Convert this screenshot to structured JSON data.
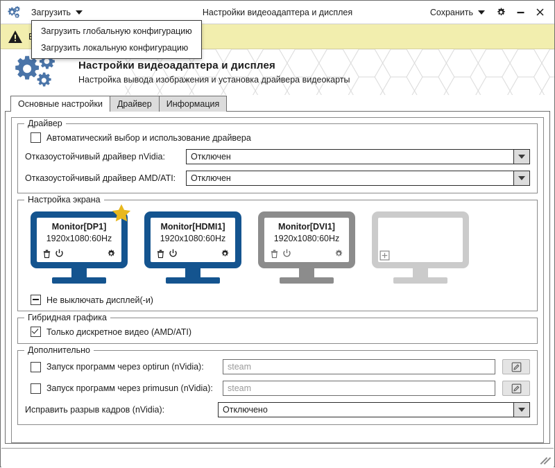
{
  "titlebar": {
    "app_icon": "gears-icon",
    "load_menu_label": "Загрузить",
    "window_title": "Настройки видеоадаптера и дисплея",
    "save_menu_label": "Сохранить",
    "settings_icon": "gear-icon",
    "minimize_icon": "minimize-icon",
    "close_icon": "close-icon"
  },
  "dropdown": {
    "items": [
      {
        "label": "Загрузить глобальную конфигурацию"
      },
      {
        "label": "Загрузить локальную конфигурацию"
      }
    ]
  },
  "warning": {
    "icon": "warning-triangle-icon",
    "text": "В",
    "bg": "#f2eeae"
  },
  "banner": {
    "icon": "gears-icon",
    "title": "Настройки видеоадаптера и дисплея",
    "subtitle": "Настройка вывода изображения и установка драйвера видеокарты"
  },
  "tabs": [
    {
      "label": "Основные настройки",
      "active": true
    },
    {
      "label": "Драйвер",
      "active": false
    },
    {
      "label": "Информация",
      "active": false
    }
  ],
  "driver_group": {
    "legend": "Драйвер",
    "auto_checkbox": {
      "label": "Автоматический выбор и использование драйвера",
      "state": "unchecked"
    },
    "nvidia": {
      "label": "Отказоустойчивый драйвер nVidia:",
      "value": "Отключен"
    },
    "amd": {
      "label": "Отказоустойчивый драйвер AMD/ATI:",
      "value": "Отключен"
    }
  },
  "screen_group": {
    "legend": "Настройка экрана",
    "monitors": [
      {
        "name": "Monitor[DP1]",
        "mode": "1920x1080:60Hz",
        "style": "blue",
        "primary": true,
        "star_icon": "star-icon",
        "icons": [
          "trash-icon",
          "power-icon",
          "gear-icon"
        ]
      },
      {
        "name": "Monitor[HDMI1]",
        "mode": "1920x1080:60Hz",
        "style": "blue",
        "primary": false,
        "icons": [
          "trash-icon",
          "power-icon",
          "gear-icon"
        ]
      },
      {
        "name": "Monitor[DVI1]",
        "mode": "1920x1080:60Hz",
        "style": "gray",
        "primary": false,
        "icons": [
          "trash-icon",
          "power-icon",
          "gear-icon"
        ]
      },
      {
        "name": "",
        "mode": "",
        "style": "empty",
        "primary": false,
        "icons": [
          "plus-box-icon"
        ]
      }
    ],
    "keep_on_checkbox": {
      "label": "Не выключать дисплей(-и)",
      "state": "partial"
    }
  },
  "hybrid_group": {
    "legend": "Гибридная графика",
    "discrete_checkbox": {
      "label": "Только дискретное видео (AMD/ATI)",
      "state": "checked"
    }
  },
  "extra_group": {
    "legend": "Дополнительно",
    "optirun": {
      "label": "Запуск программ через optirun (nVidia):",
      "state": "unchecked",
      "placeholder": "steam",
      "value": "",
      "edit_icon": "edit-pencil-icon"
    },
    "primusrun": {
      "label": "Запуск программ через primusun (nVidia):",
      "state": "unchecked",
      "placeholder": "steam",
      "value": "",
      "edit_icon": "edit-pencil-icon"
    },
    "tearfix": {
      "label": "Исправить разрыв кадров (nVidia):",
      "value": "Отключено"
    }
  },
  "colors": {
    "monitor_blue": "#14548f",
    "monitor_gray": "#8c8c8c",
    "monitor_empty": "#cbcbcb",
    "star_gold": "#e8b81e",
    "warning_bg": "#f2eeae",
    "accent_icon": "#4a74a8"
  },
  "statusbar": {
    "resize_grip": "resize-grip-icon"
  }
}
